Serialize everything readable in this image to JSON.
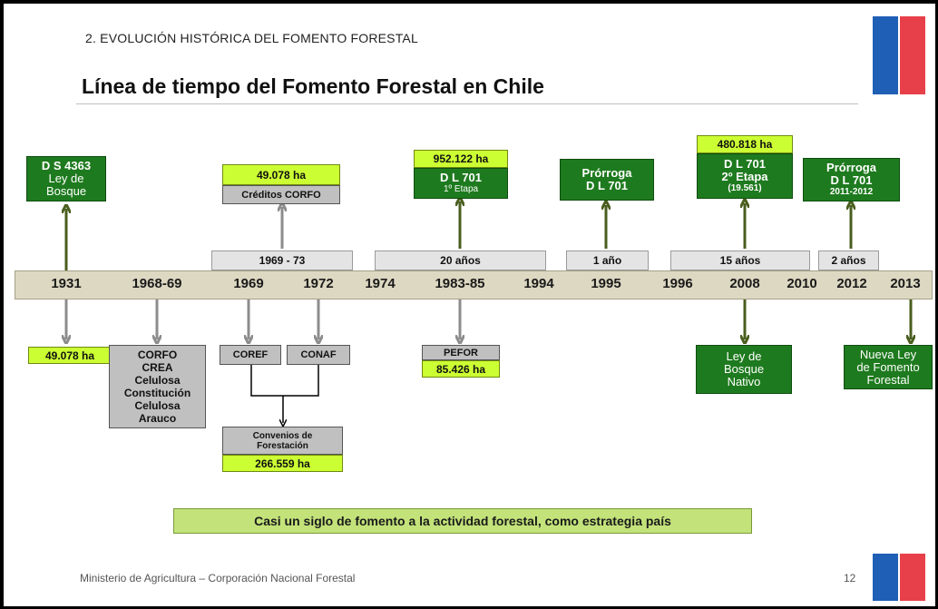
{
  "header": {
    "section": "2. EVOLUCIÓN HISTÓRICA DEL FOMENTO FORESTAL",
    "title": "Línea de tiempo del Fomento Forestal en Chile"
  },
  "timeline": {
    "years": [
      "1931",
      "1968-69",
      "1969",
      "1972",
      "1974",
      "1983-85",
      "1994",
      "1995",
      "1996",
      "2008",
      "2010",
      "2012",
      "2013"
    ],
    "spans": [
      "1969 - 73",
      "20 años",
      "1 año",
      "15 años",
      "2 años"
    ]
  },
  "above": {
    "ds4363": [
      "D S 4363",
      "Ley de",
      "Bosque"
    ],
    "creditos_ha": "49.078 ha",
    "creditos_label": "Créditos CORFO",
    "dl701_1_ha": "952.122 ha",
    "dl701_1": [
      "D L 701",
      "1º Etapa"
    ],
    "prorroga_1995": [
      "Prórroga",
      "D L 701"
    ],
    "dl701_2_ha": "480.818 ha",
    "dl701_2": [
      "D L 701",
      "2º Etapa",
      "(19.561)"
    ],
    "prorroga_2012": [
      "Prórroga",
      "D L 701",
      "2011-2012"
    ]
  },
  "below": {
    "ha_1931": "49.078 ha",
    "corfo_group": [
      "CORFO",
      "CREA",
      "Celulosa",
      "Constitución",
      "Celulosa",
      "Arauco"
    ],
    "coref": "COREF",
    "conaf": "CONAF",
    "convenios": [
      "Convenios de",
      "Forestación"
    ],
    "convenios_ha": "266.559 ha",
    "pefor": "PEFOR",
    "pefor_ha": "85.426 ha",
    "ley_bosque_nativo": [
      "Ley de",
      "Bosque",
      "Nativo"
    ],
    "nueva_ley": [
      "Nueva Ley",
      "de Fomento",
      "Forestal"
    ]
  },
  "banner": "Casi un siglo de fomento a la actividad forestal, como estrategia país",
  "footer": {
    "ministry": "Ministerio de Agricultura – Corporación Nacional Forestal",
    "page": "12"
  },
  "colors": {
    "green_box": "#1e7a1e",
    "yellow_box": "#ccff33",
    "band": "#ddd8c2",
    "flag_blue": "#1f5fb6",
    "flag_red": "#e8404a",
    "arrow_green": "#4a5e1e",
    "arrow_gray": "#8c8c8c"
  }
}
